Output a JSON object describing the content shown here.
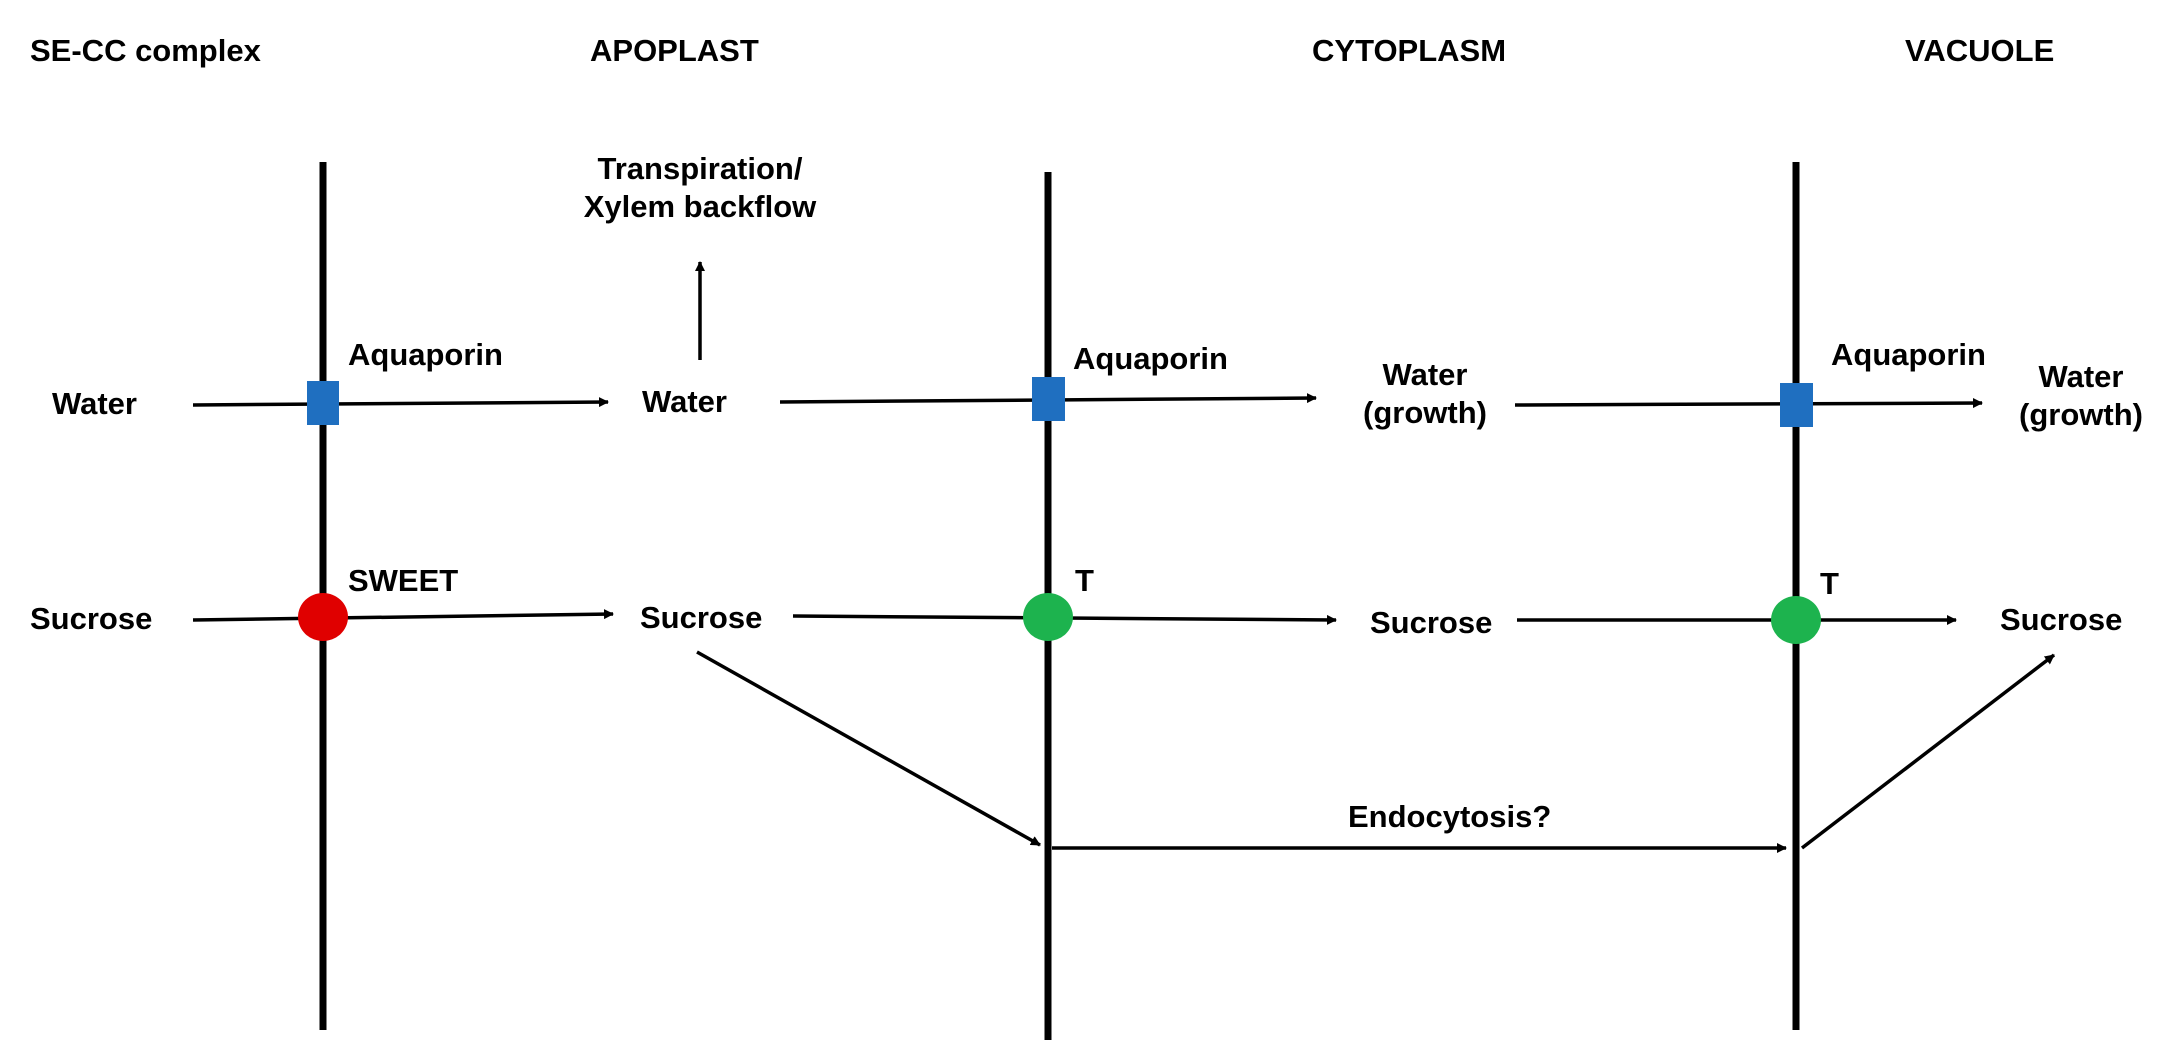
{
  "colors": {
    "line": "#000000",
    "aquaporin": "#1f6fc0",
    "sweet": "#e00000",
    "transporter": "#1db34e",
    "background": "#ffffff"
  },
  "compartments": {
    "se_cc": "SE-CC complex",
    "apoplast": "APOPLAST",
    "cytoplasm": "CYTOPLASM",
    "vacuole": "VACUOLE"
  },
  "labels": {
    "transpiration_line1": "Transpiration/",
    "transpiration_line2": "Xylem backflow",
    "water": "Water",
    "water_apoplast": "Water",
    "water_cyto_line1": "Water",
    "water_cyto_line2": "(growth)",
    "water_vac_line1": "Water",
    "water_vac_line2": "(growth)",
    "sucrose": "Sucrose",
    "sucrose_apoplast": "Sucrose",
    "sucrose_cyto": "Sucrose",
    "sucrose_vac": "Sucrose",
    "aquaporin_1": "Aquaporin",
    "aquaporin_2": "Aquaporin",
    "aquaporin_3": "Aquaporin",
    "sweet": "SWEET",
    "transporter_1": "T",
    "transporter_2": "T",
    "endocytosis": "Endocytosis?"
  },
  "icons": {
    "aquaporin": "blue-square-channel-icon",
    "sweet": "red-circle-transporter-icon",
    "transporter": "green-circle-transporter-icon"
  }
}
